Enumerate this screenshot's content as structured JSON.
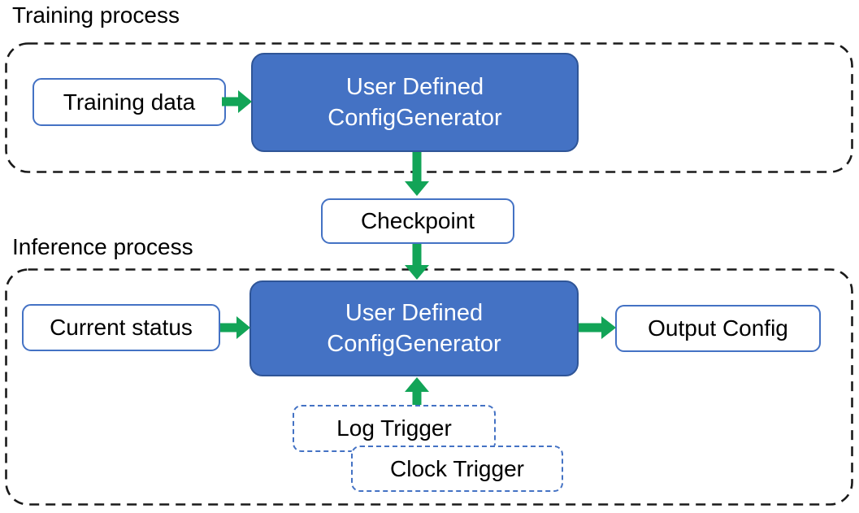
{
  "colors": {
    "accent_blue": "#4472C4",
    "blue_box_border": "#2F5597",
    "green": "#12A457",
    "dash_black": "#1a1a1a",
    "text_black": "#000000",
    "box_bg": "#ffffff"
  },
  "sections": {
    "training": {
      "label": "Training process"
    },
    "inference": {
      "label": "Inference process"
    }
  },
  "nodes": {
    "training_data": "Training data",
    "generator_train_line1": "User Defined",
    "generator_train_line2": "ConfigGenerator",
    "checkpoint": "Checkpoint",
    "current_status": "Current status",
    "generator_infer_line1": "User Defined",
    "generator_infer_line2": "ConfigGenerator",
    "output_config": "Output Config",
    "log_trigger": "Log Trigger",
    "clock_trigger": "Clock Trigger"
  }
}
